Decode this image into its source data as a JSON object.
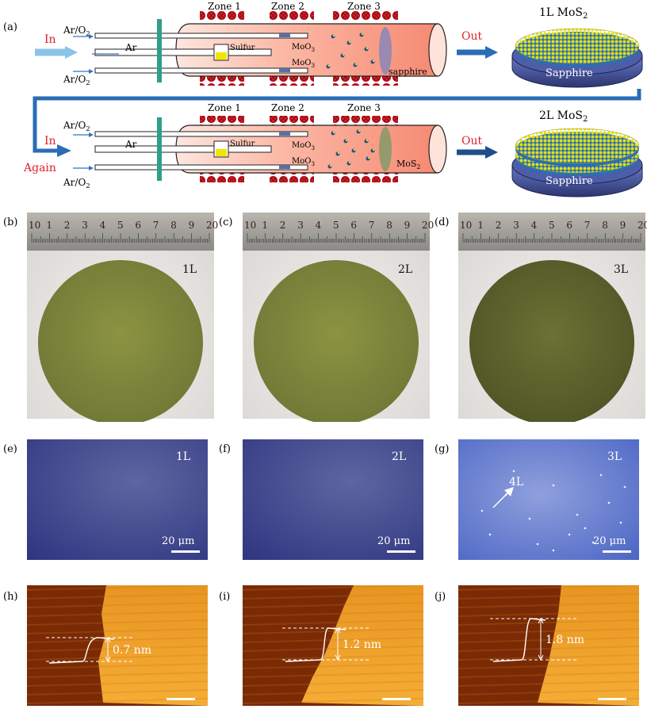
{
  "figure": {
    "panel_a": {
      "label": "(a)",
      "top_row": {
        "gas_top": "Ar/O2",
        "gas_mid": "Ar",
        "gas_bottom": "Ar/O2",
        "inlet": "In",
        "zone1": "Zone 1",
        "zone2": "Zone 2",
        "zone3": "Zone 3",
        "sulfur": "Sulfur",
        "moo3_upper": "MoO3",
        "moo3_lower": "MoO3",
        "substrate": "sapphire",
        "outlet": "Out",
        "product_title": "1L MoS2",
        "product_base": "Sapphire"
      },
      "bottom_row": {
        "gas_top": "Ar/O2",
        "gas_mid": "Ar",
        "gas_bottom": "Ar/O2",
        "inlet_1": "In",
        "inlet_2": "Again",
        "zone1": "Zone 1",
        "zone2": "Zone 2",
        "zone3": "Zone 3",
        "sulfur": "Sulfur",
        "moo3_upper": "MoO3",
        "moo3_lower": "MoO3",
        "substrate": "MoS2",
        "outlet": "Out",
        "product_title": "2L MoS2",
        "product_base": "Sapphire"
      }
    },
    "wafer_panels": [
      {
        "label": "(b)",
        "layer": "1L",
        "ruler_ticks": [
          "10",
          "1",
          "2",
          "3",
          "4",
          "5",
          "6",
          "7",
          "8",
          "9",
          "20"
        ]
      },
      {
        "label": "(c)",
        "layer": "2L",
        "ruler_ticks": [
          "10",
          "1",
          "2",
          "3",
          "4",
          "5",
          "6",
          "7",
          "8",
          "9",
          "20"
        ]
      },
      {
        "label": "(d)",
        "layer": "3L",
        "ruler_ticks": [
          "10",
          "1",
          "2",
          "3",
          "4",
          "5",
          "6",
          "7",
          "8",
          "9",
          "20"
        ]
      }
    ],
    "optical_panels": [
      {
        "label": "(e)",
        "layer": "1L",
        "scale": "20 μm"
      },
      {
        "label": "(f)",
        "layer": "2L",
        "scale": "20 μm"
      },
      {
        "label": "(g)",
        "layer": "3L",
        "scale": "20 μm",
        "arrow_label": "4L"
      }
    ],
    "afm_panels": [
      {
        "label": "(h)",
        "step_height": "0.7 nm"
      },
      {
        "label": "(i)",
        "step_height": "1.2 nm"
      },
      {
        "label": "(j)",
        "step_height": "1.8 nm"
      }
    ],
    "colors": {
      "tube_fill": "#f9a48f",
      "heater": "#c8102e",
      "flow_arrow_light": "#8cc4e8",
      "flow_arrow_dark": "#1f5fa3",
      "sapphire_base": "#3e4f9a",
      "mos2_top": "#d8d414",
      "wafer_film": "#7f8a3a",
      "optical_bg": "#3a448a",
      "afm_dark": "#7a2a05",
      "afm_light": "#f2a42c"
    }
  }
}
